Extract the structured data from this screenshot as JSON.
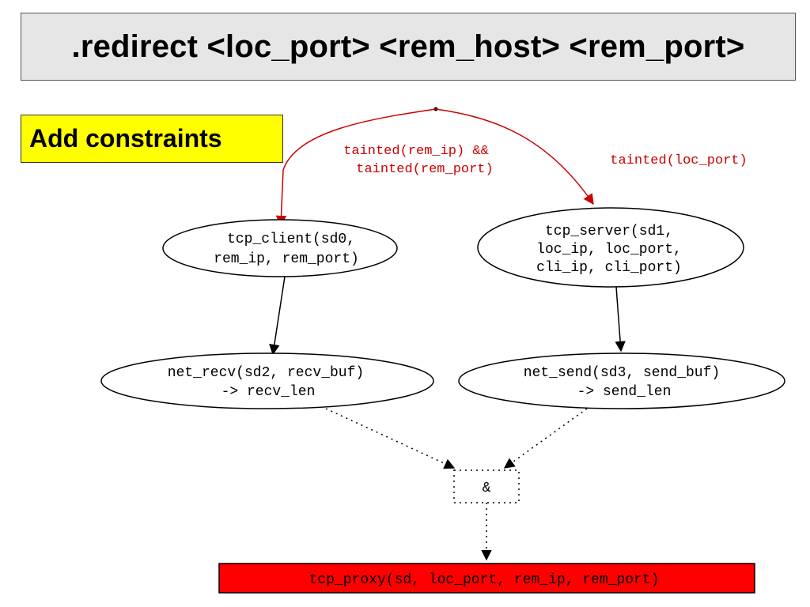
{
  "title": ".redirect <loc_port> <rem_host> <rem_port>",
  "constraint_label": "Add constraints",
  "edges": {
    "left_label": [
      "tainted(rem_ip) &&",
      "tainted(rem_port)"
    ],
    "right_label": "tainted(loc_port)"
  },
  "nodes": {
    "tcp_client": [
      "tcp_client(sd0,",
      "rem_ip, rem_port)"
    ],
    "tcp_server": [
      "tcp_server(sd1,",
      "loc_ip, loc_port,",
      "cli_ip, cli_port)"
    ],
    "net_recv": [
      "net_recv(sd2, recv_buf)",
      "-> recv_len"
    ],
    "net_send": [
      "net_send(sd3, send_buf)",
      "-> send_len"
    ],
    "join": "&",
    "tcp_proxy": "tcp_proxy(sd, loc_port, rem_ip, rem_port)"
  },
  "colors": {
    "title_bg": "#e6e6e6",
    "constraint_bg": "#ffff00",
    "constraint_edge": "#cc0000",
    "proxy_bg": "#ff0000"
  }
}
